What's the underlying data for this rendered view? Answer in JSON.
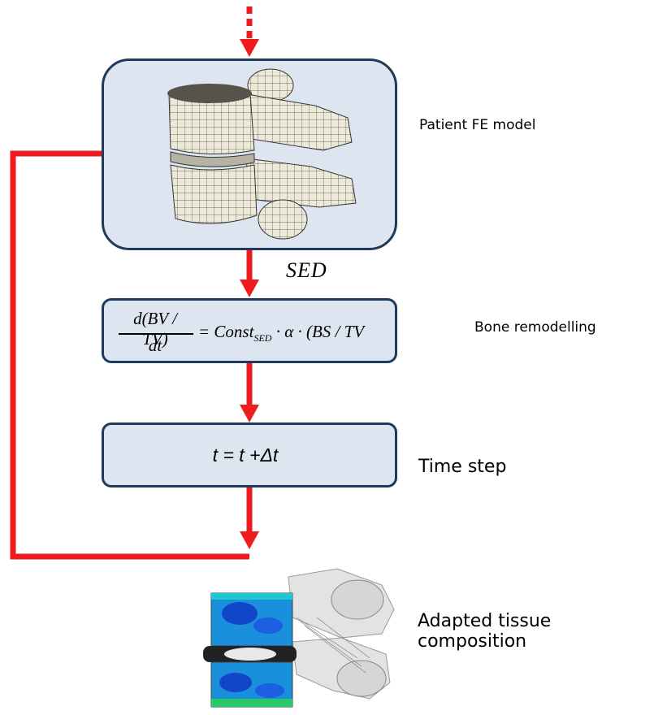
{
  "diagram": {
    "boxes": {
      "fe_model": {},
      "remodelling": {
        "frac_num": "d(BV / TV)",
        "frac_den": "dt",
        "rhs_const": "= Const",
        "rhs_sub": "SED",
        "rhs_rest": "· α · (BS / TV"
      },
      "time_step": {
        "formula": "t = t +Δt"
      }
    },
    "edge_labels": {
      "sed": "SED"
    },
    "side_labels": {
      "fe_model": "Patient FE model",
      "remodelling": "Bone remodelling",
      "time_step": "Time step",
      "adapted": "Adapted tissue composition"
    },
    "colors": {
      "arrow": "#ee1c1c",
      "box_fill": "#dde5f1",
      "box_border": "#1f3a5c"
    }
  }
}
